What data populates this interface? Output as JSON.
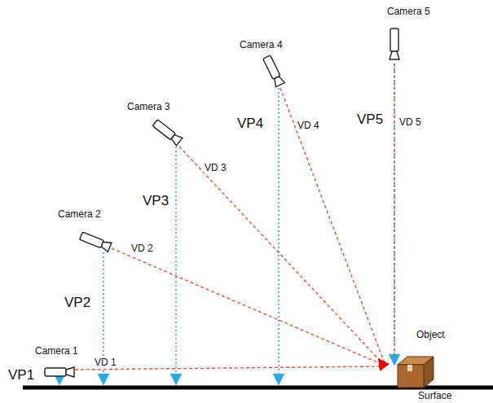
{
  "diagram": {
    "labels": [
      "Camera 5",
      "Camera 4",
      "Camera 3",
      "VP4",
      "VP5",
      "VD 5",
      "VD 4",
      "VD 3",
      "VP3",
      "Camera 2",
      "VD 2",
      "VP2",
      "Object",
      "Camera 1",
      "VD 1",
      "VP1",
      "Surface"
    ]
  }
}
